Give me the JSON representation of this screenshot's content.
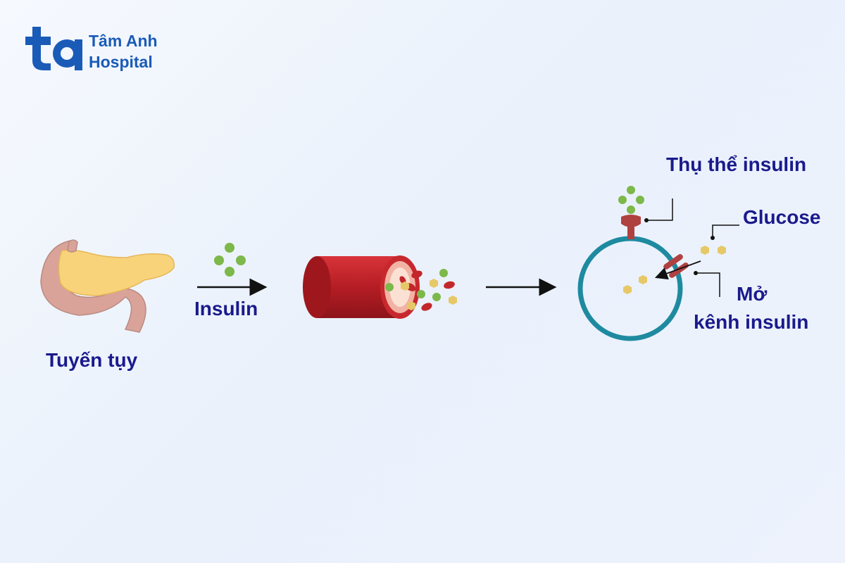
{
  "logo": {
    "line1": "Tâm Anh",
    "line2": "Hospital"
  },
  "labels": {
    "pancreas": "Tuyến tụy",
    "insulin": "Insulin",
    "receptor": "Thụ thể insulin",
    "glucose": "Glucose",
    "channel_line1": "Mở",
    "channel_line2": "kênh insulin"
  },
  "colors": {
    "label_text": "#1a1a8c",
    "insulin_dot": "#7cb84a",
    "glucose_hex": "#e6c867",
    "blood_red": "#b01e24",
    "cell_membrane": "#1e8aa0",
    "receptor": "#b04141",
    "pancreas_body": "#f8d37a",
    "pancreas_duct": "#d9a39a",
    "logo_blue": "#1a5bb8"
  }
}
